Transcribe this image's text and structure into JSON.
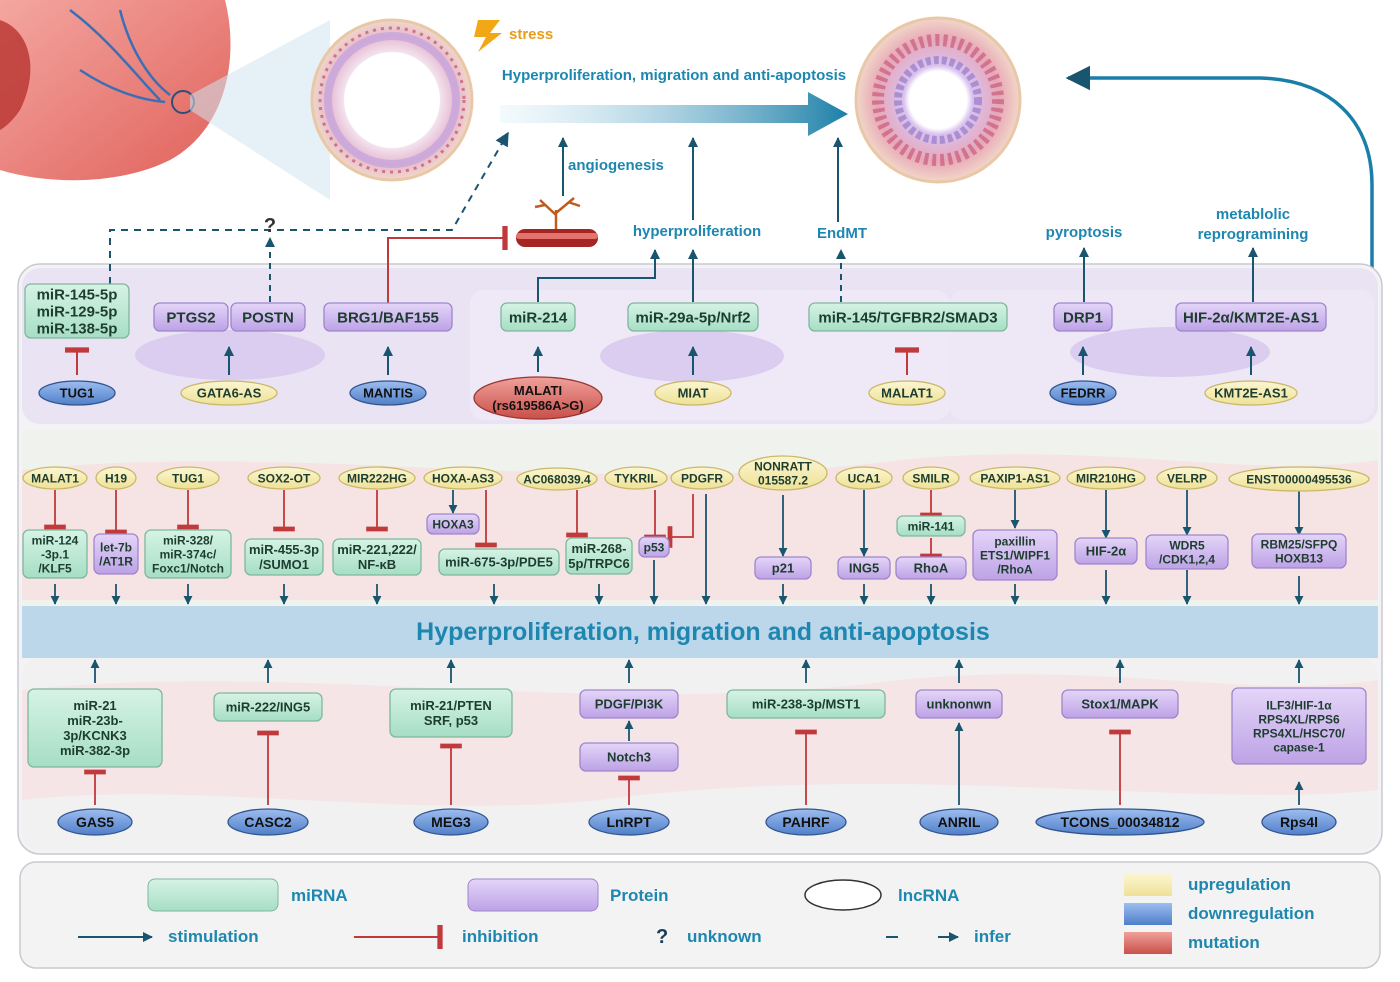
{
  "colors": {
    "mirna": "#b3e6cf",
    "protein": "#cdb4ee",
    "up": "#f7eeae",
    "down": "#6f98d8",
    "mutation": "#d66862",
    "arrow": "#1a5570",
    "inhibit": "#c0393b",
    "title": "#1d87b0",
    "band": "#bcd6ea"
  },
  "top": {
    "stress": "stress",
    "headline": "Hyperproliferation, migration and anti-apoptosis",
    "question": "?",
    "processes": {
      "angiogenesis": "angiogenesis",
      "hyperproliferation": "hyperproliferation",
      "endmt": "EndMT",
      "pyroptosis": "pyroptosis",
      "metabolic": "metablolic\nreprogramining"
    },
    "boxes": {
      "mir145": "miR-145-5p\nmiR-129-5p\nmiR-138-5p",
      "ptgs2": "PTGS2",
      "postn": "POSTN",
      "brg1": "BRG1/BAF155",
      "mir214": "miR-214",
      "mir29a": "miR-29a-5p/Nrf2",
      "mir145tgf": "miR-145/TGFBR2/SMAD3",
      "drp1": "DRP1",
      "hif2": "HIF-2α/KMT2E-AS1"
    },
    "lnc": {
      "tug1": "TUG1",
      "gata6": "GATA6-AS",
      "mantis": "MANTIS",
      "malati": "MALATI\n(rs619586A>G)",
      "miat": "MIAT",
      "malat1": "MALAT1",
      "fedrr": "FEDRR",
      "kmt2e": "KMT2E-AS1"
    }
  },
  "middle": {
    "band": "Hyperproliferation, migration and anti-apoptosis",
    "lnc": {
      "malat1": "MALAT1",
      "h19": "H19",
      "tug1": "TUG1",
      "sox2ot": "SOX2-OT",
      "mir222hg": "MIR222HG",
      "hoxaas3": "HOXA-AS3",
      "ac068039": "AC068039.4",
      "tykril": "TYKRIL",
      "pdgfr": "PDGFR",
      "nonratt": "NONRATT\n015587.2",
      "uca1": "UCA1",
      "smilr": "SMILR",
      "paxip1": "PAXIP1-AS1",
      "mir210hg": "MIR210HG",
      "velrp": "VELRP",
      "enst": "ENST00000495536"
    },
    "targets": {
      "mir124": "miR-124\n-3p.1\n/KLF5",
      "let7b": "let-7b\n/AT1R",
      "mir328": "miR-328/\nmiR-374c/\nFoxc1/Notch",
      "mir455": "miR-455-3p\n/SUMO1",
      "mir221": "miR-221,222/\nNF-κB",
      "hoxa3": "HOXA3",
      "mir675": "miR-675-3p/PDE5",
      "mir268": "miR-268-\n5p/TRPC6",
      "p53": "p53",
      "p21": "p21",
      "ing5": "ING5",
      "mir141": "miR-141",
      "rhoa": "RhoA",
      "paxillin": "paxillin\nETS1/WIPF1\n/RhoA",
      "hif2a": "HIF-2α",
      "wdr5": "WDR5\n/CDK1,2,4",
      "rbm25": "RBM25/SFPQ\nHOXB13"
    }
  },
  "bottom": {
    "targets": {
      "mir21": "miR-21\nmiR-23b-\n3p/KCNK3\nmiR-382-3p",
      "mir222ing5": "miR-222/ING5",
      "mir21pten": "miR-21/PTEN\nSRF, p53",
      "pdgfpi3k": "PDGF/PI3K",
      "notch3": "Notch3",
      "mir238": "miR-238-3p/MST1",
      "unknown": "unknonwn",
      "stox1": "Stox1/MAPK",
      "ilf3": "ILF3/HIF-1α\nRPS4XL/RPS6\nRPS4XL/HSC70/\ncapase-1"
    },
    "lnc": {
      "gas5": "GAS5",
      "casc2": "CASC2",
      "meg3": "MEG3",
      "lnrpt": "LnRPT",
      "pahrf": "PAHRF",
      "anril": "ANRIL",
      "tcons": "TCONS_00034812",
      "rps4l": "Rps4l"
    }
  },
  "legend": {
    "mirna": "miRNA",
    "protein": "Protein",
    "lncrna": "lncRNA",
    "up": "upregulation",
    "down": "downregulation",
    "mutation": "mutation",
    "stimulation": "stimulation",
    "inhibition": "inhibition",
    "unknown_symbol": "?",
    "unknown": "unknown",
    "infer": "infer"
  }
}
